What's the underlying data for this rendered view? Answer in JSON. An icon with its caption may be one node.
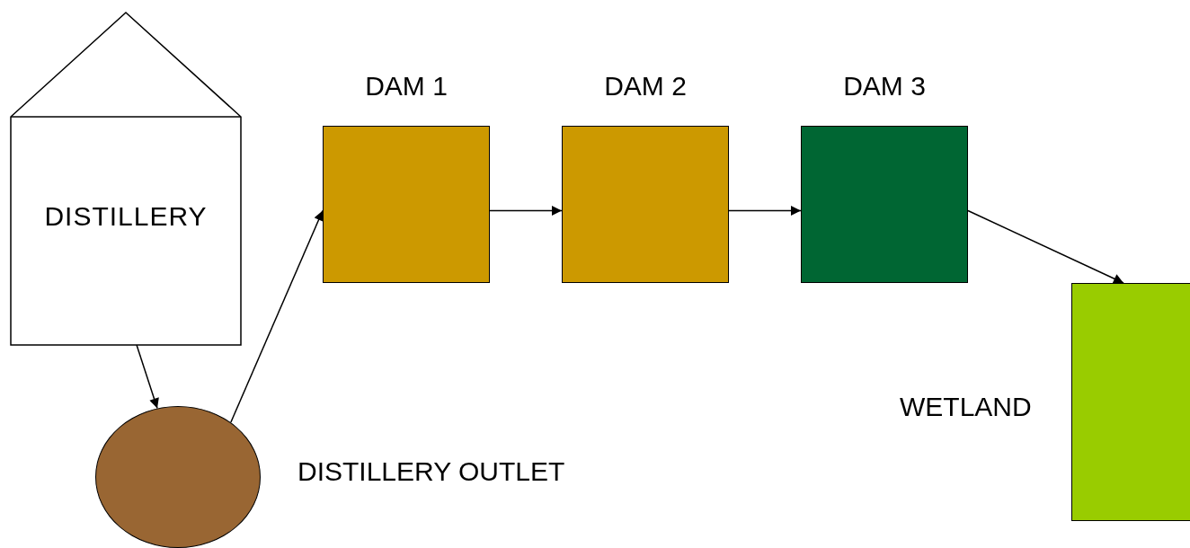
{
  "diagram": {
    "nodes": [
      {
        "text": [
          "DISTILLERY"
        ]
      },
      {
        "text": [],
        "shape": "circle",
        "beside": [
          "DISTILLERY OUTLET"
        ]
      },
      {
        "text": [
          "DAM 1"
        ]
      },
      {
        "text": [
          "DAM 2"
        ]
      },
      {
        "text": [
          "DAM 3"
        ]
      },
      {
        "text": [],
        "shape": "box",
        "beside": [
          "WETLAND"
        ]
      }
    ],
    "edges": [
      {
        "from": 0,
        "to": 1,
        "arrow": "to"
      },
      {
        "from": 1,
        "to": 2,
        "arrow": "to"
      },
      {
        "from": 2,
        "to": 3,
        "arrow": "to"
      },
      {
        "from": 3,
        "to": 4,
        "arrow": "to"
      },
      {
        "from": 4,
        "to": 5,
        "arrow": "to"
      }
    ]
  }
}
